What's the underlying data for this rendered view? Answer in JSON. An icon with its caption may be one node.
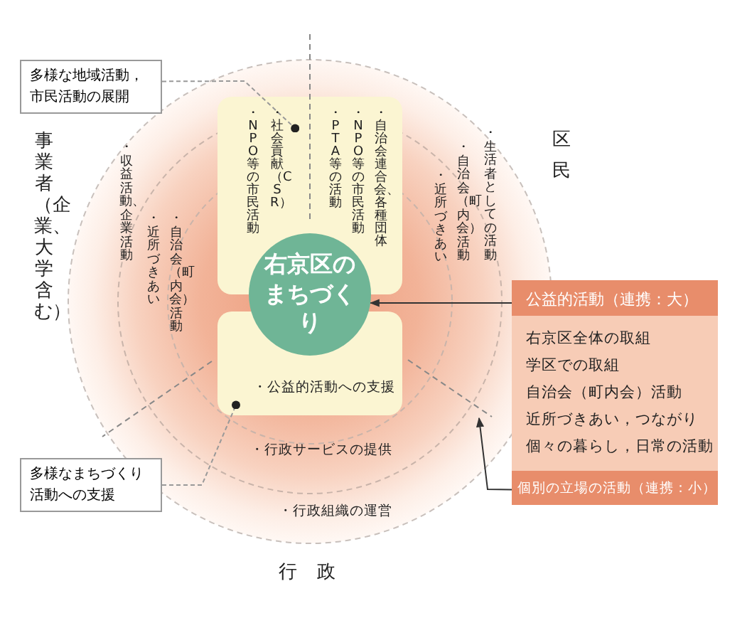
{
  "diagram": {
    "nodes": [
      {
        "text": [
          "・自治会連合会、各種団体",
          "・NPO等の市民活動",
          "・PTA等の活動",
          "・社会貢献（CSR）",
          "・NPO等の市民活動"
        ]
      },
      {
        "text": [
          "・公益的活動への支援"
        ]
      },
      {
        "text": [
          "右京区のまちづくり"
        ]
      },
      {
        "text": [
          "多様な地域活動，市民活動の展開"
        ]
      },
      {
        "text": [
          "多様なまちづくり活動への支援"
        ]
      },
      {
        "text": [
          "右京区全体の取組",
          "学区での取組",
          "自治会（町内会）活動",
          "近所づきあい，つながり",
          "個々の暮らし，日常の活動"
        ]
      },
      {
        "text": [
          "公益的活動（連携：大）"
        ],
        "in": 5
      },
      {
        "text": [
          "個別の立場の活動（連携：小）"
        ],
        "in": 5
      }
    ],
    "edges": [
      {
        "from": 3,
        "to": 0,
        "arrow": "other",
        "style": "dashed",
        "color": "#999999"
      },
      {
        "from": 4,
        "to": 1,
        "arrow": "other",
        "style": "dashed",
        "color": "#999999"
      },
      {
        "from": 6,
        "to": 2,
        "arrow": "to",
        "color": "#333333"
      },
      {
        "from": 7,
        "to": null,
        "arrow": "to",
        "color": "#333333"
      }
    ],
    "labels": [
      "事業者（企業、大学含む）",
      "・収益活動、企業活動",
      "・近所づきあい",
      "・自治会（町内会）活動",
      "・自治会（町内会）活動",
      "・近所づきあい",
      "・生活者としての活動",
      "区民",
      "・行政サービスの提供",
      "・行政組織の運営",
      "行政"
    ]
  }
}
